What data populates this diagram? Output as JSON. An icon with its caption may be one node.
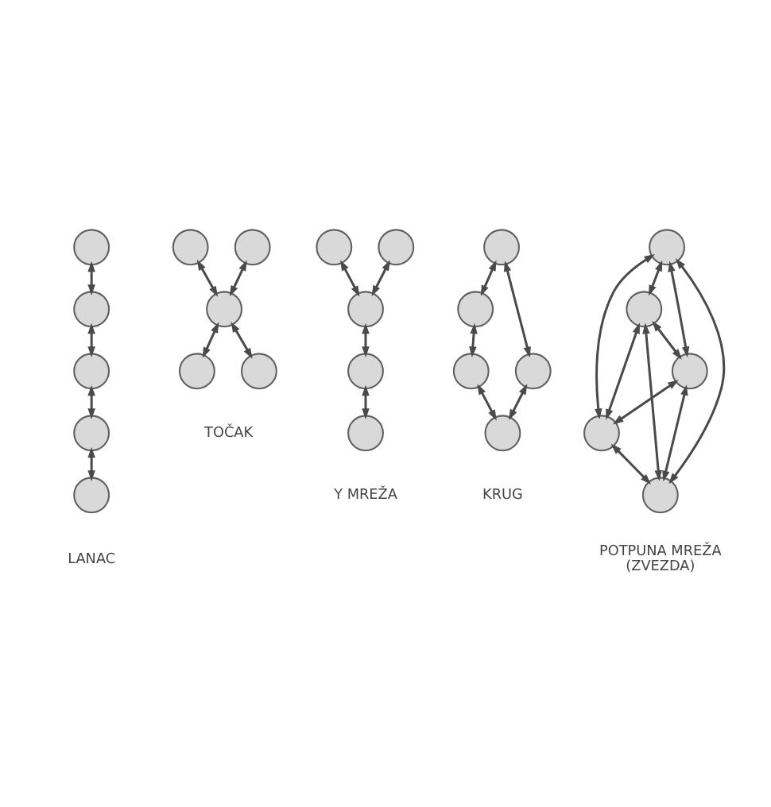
{
  "diagram": {
    "nodes": [
      {
        "text": [],
        "shape": "circle"
      },
      {
        "text": [],
        "shape": "circle"
      },
      {
        "text": [],
        "shape": "circle"
      },
      {
        "text": [],
        "shape": "circle"
      },
      {
        "text": [],
        "shape": "circle"
      },
      {
        "text": [],
        "shape": "circle"
      },
      {
        "text": [],
        "shape": "circle"
      },
      {
        "text": [],
        "shape": "circle"
      },
      {
        "text": [],
        "shape": "circle"
      },
      {
        "text": [],
        "shape": "circle"
      },
      {
        "text": [],
        "shape": "circle"
      },
      {
        "text": [],
        "shape": "circle"
      },
      {
        "text": [],
        "shape": "circle"
      },
      {
        "text": [],
        "shape": "circle"
      },
      {
        "text": [],
        "shape": "circle"
      },
      {
        "text": [],
        "shape": "circle"
      },
      {
        "text": [],
        "shape": "circle"
      },
      {
        "text": [],
        "shape": "circle"
      },
      {
        "text": [],
        "shape": "circle"
      },
      {
        "text": [],
        "shape": "circle"
      },
      {
        "text": [],
        "shape": "circle"
      },
      {
        "text": [],
        "shape": "circle"
      },
      {
        "text": [],
        "shape": "circle"
      },
      {
        "text": [],
        "shape": "circle"
      },
      {
        "text": [],
        "shape": "circle"
      }
    ],
    "edges": [
      {
        "from": 0,
        "to": 1,
        "arrow": "both"
      },
      {
        "from": 1,
        "to": 2,
        "arrow": "both"
      },
      {
        "from": 2,
        "to": 3,
        "arrow": "both"
      },
      {
        "from": 3,
        "to": 4,
        "arrow": "both"
      },
      {
        "from": 5,
        "to": 7,
        "arrow": "both"
      },
      {
        "from": 6,
        "to": 7,
        "arrow": "both"
      },
      {
        "from": 7,
        "to": 8,
        "arrow": "both"
      },
      {
        "from": 7,
        "to": 9,
        "arrow": "both"
      },
      {
        "from": 10,
        "to": 12,
        "arrow": "both"
      },
      {
        "from": 11,
        "to": 12,
        "arrow": "both"
      },
      {
        "from": 12,
        "to": 13,
        "arrow": "both"
      },
      {
        "from": 13,
        "to": 14,
        "arrow": "both"
      },
      {
        "from": 15,
        "to": 16,
        "arrow": "both"
      },
      {
        "from": 15,
        "to": 17,
        "arrow": "both"
      },
      {
        "from": 16,
        "to": 18,
        "arrow": "both"
      },
      {
        "from": 17,
        "to": 19,
        "arrow": "both"
      },
      {
        "from": 18,
        "to": 19,
        "arrow": "both"
      },
      {
        "from": 20,
        "to": 21,
        "arrow": "both"
      },
      {
        "from": 20,
        "to": 22,
        "arrow": "both"
      },
      {
        "from": 21,
        "to": 22,
        "arrow": "both"
      },
      {
        "from": 21,
        "to": 23,
        "arrow": "both"
      },
      {
        "from": 22,
        "to": 24,
        "arrow": "both"
      },
      {
        "from": 23,
        "to": 24,
        "arrow": "both"
      },
      {
        "from": 20,
        "to": 23,
        "arrow": "both"
      },
      {
        "from": 20,
        "to": 24,
        "arrow": "both"
      },
      {
        "from": 21,
        "to": 24,
        "arrow": "both"
      },
      {
        "from": 22,
        "to": 23,
        "arrow": "both"
      }
    ],
    "labels": [
      "LANAC",
      "TOČAK",
      "Y MREŽA",
      "KRUG",
      "POTPUNA MREŽA (ZVEZDA)"
    ]
  }
}
